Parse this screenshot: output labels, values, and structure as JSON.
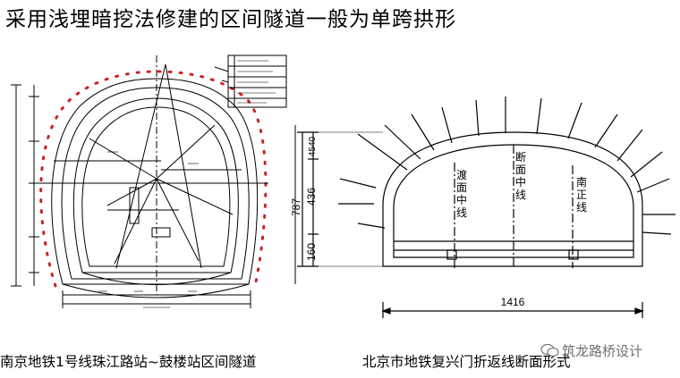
{
  "page": {
    "title": "采用浅埋暗挖法修建的区间隧道一般为单跨拱形"
  },
  "left_figure": {
    "caption": "南京地铁1号线珠江路站~鼓楼站区间隧道"
  },
  "right_figure": {
    "caption": "北京市地铁复兴门折返线断面形式",
    "dim_total_height": "787",
    "dim_top": "4540",
    "dim_middle": "436",
    "dim_bottom": "160",
    "dim_width": "1416",
    "label_left": "渡\n面\n中\n线",
    "label_center": "断\n面\n中\n线",
    "label_right": "南\n正\n线"
  },
  "watermark": {
    "text": "筑龙路桥设计"
  }
}
